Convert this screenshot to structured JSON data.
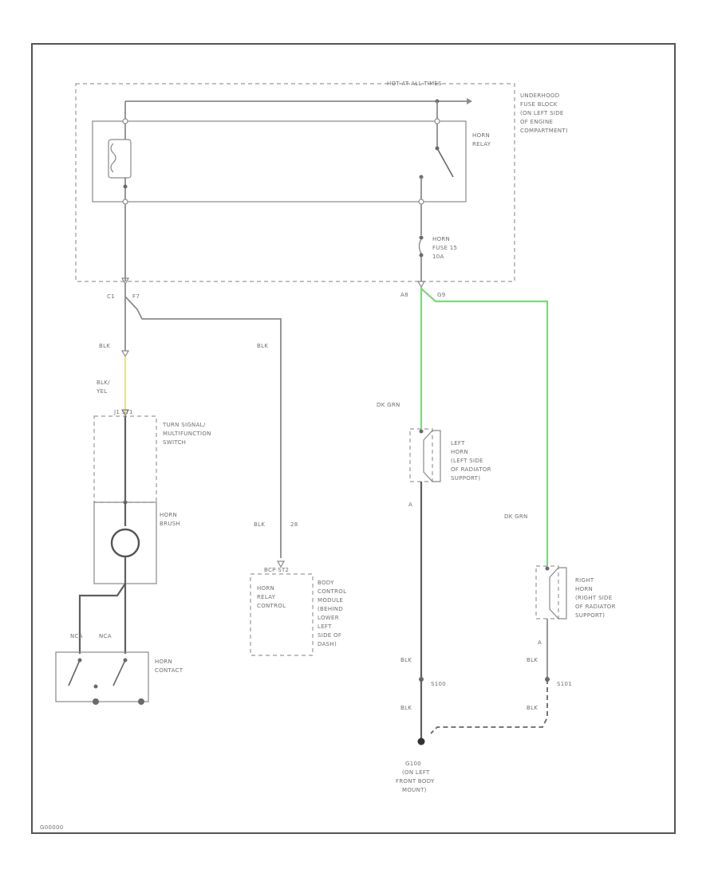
{
  "labels": {
    "hot_at_all_times": "HOT AT ALL TIMES",
    "underhood_fuse_block": [
      "UNDERHOOD",
      "FUSE BLOCK",
      "(ON LEFT SIDE",
      "OF ENGINE",
      "COMPARTMENT)"
    ],
    "horn_relay": [
      "HORN",
      "RELAY"
    ],
    "horn_fuse": [
      "HORN",
      "FUSE 15",
      "10A"
    ],
    "c1_connector": "C1",
    "c1_pin": "F7",
    "a8_left": "A8",
    "a8_right": "G9",
    "wire_blk_1": "BLK",
    "wire_blk_2": "BLK",
    "wire_blk_yel": [
      "BLK/",
      "YEL"
    ],
    "turn_signal_pin": "J1 ST1",
    "turn_signal_switch": [
      "TURN SIGNAL/",
      "MULTIFUNCTION",
      "SWITCH"
    ],
    "horn_brush": [
      "HORN",
      "BRUSH"
    ],
    "nca_1": "NCA",
    "nca_2": "NCA",
    "horn_contact": [
      "HORN",
      "CONTACT"
    ],
    "wire_blk_bcm": "BLK",
    "bcm_pin_num": "28",
    "bcm_connector": "BCP ST2",
    "horn_relay_control": [
      "HORN",
      "RELAY",
      "CONTROL"
    ],
    "body_control_module": [
      "BODY",
      "CONTROL",
      "MODULE",
      "(BEHIND",
      "LOWER",
      "LEFT",
      "SIDE OF",
      "DASH)"
    ],
    "wire_dk_grn_1": "DK GRN",
    "wire_dk_grn_2": "DK GRN",
    "left_horn": [
      "LEFT",
      "HORN",
      "(LEFT SIDE",
      "OF RADIATOR",
      "SUPPORT)"
    ],
    "right_horn": [
      "RIGHT",
      "HORN",
      "(RIGHT SIDE",
      "OF RADIATOR",
      "SUPPORT)"
    ],
    "pin_a_left": "A",
    "pin_a_right": "A",
    "wire_blk_left_1": "BLK",
    "wire_blk_left_2": "BLK",
    "wire_blk_right_1": "BLK",
    "wire_blk_right_2": "BLK",
    "splice_left": "S100",
    "splice_right": "S101",
    "ground": [
      "G100",
      "(ON LEFT",
      "FRONT BODY",
      "MOUNT)"
    ],
    "figure_id": "G00000"
  }
}
